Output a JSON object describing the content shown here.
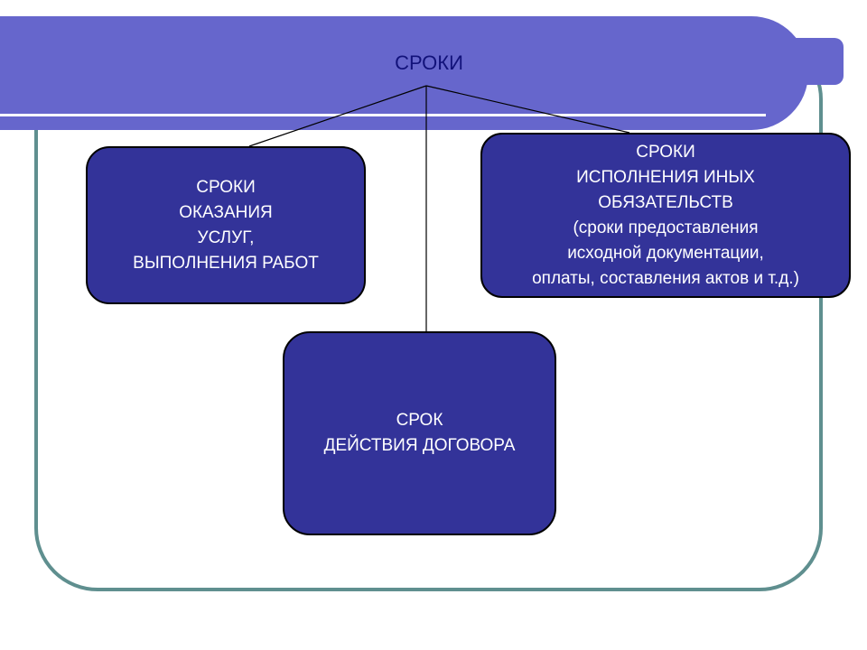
{
  "title": "СРОКИ",
  "boxes": {
    "left": {
      "lines": [
        "СРОКИ",
        "ОКАЗАНИЯ",
        "УСЛУГ,",
        "ВЫПОЛНЕНИЯ РАБОТ"
      ]
    },
    "right": {
      "lines": [
        "СРОКИ",
        "ИСПОЛНЕНИЯ ИНЫХ",
        "ОБЯЗАТЕЛЬСТВ",
        "(сроки предоставления",
        "исходной документации,",
        "оплаты, составления актов и т.д.)"
      ]
    },
    "center": {
      "lines": [
        "СРОК",
        "ДЕЙСТВИЯ ДОГОВОРА"
      ]
    }
  },
  "colors": {
    "banner": "#6666cc",
    "frame_outline": "#5f8f8f",
    "box_fill": "#333399",
    "title_text": "#12127a",
    "box_text": "#ffffff"
  }
}
